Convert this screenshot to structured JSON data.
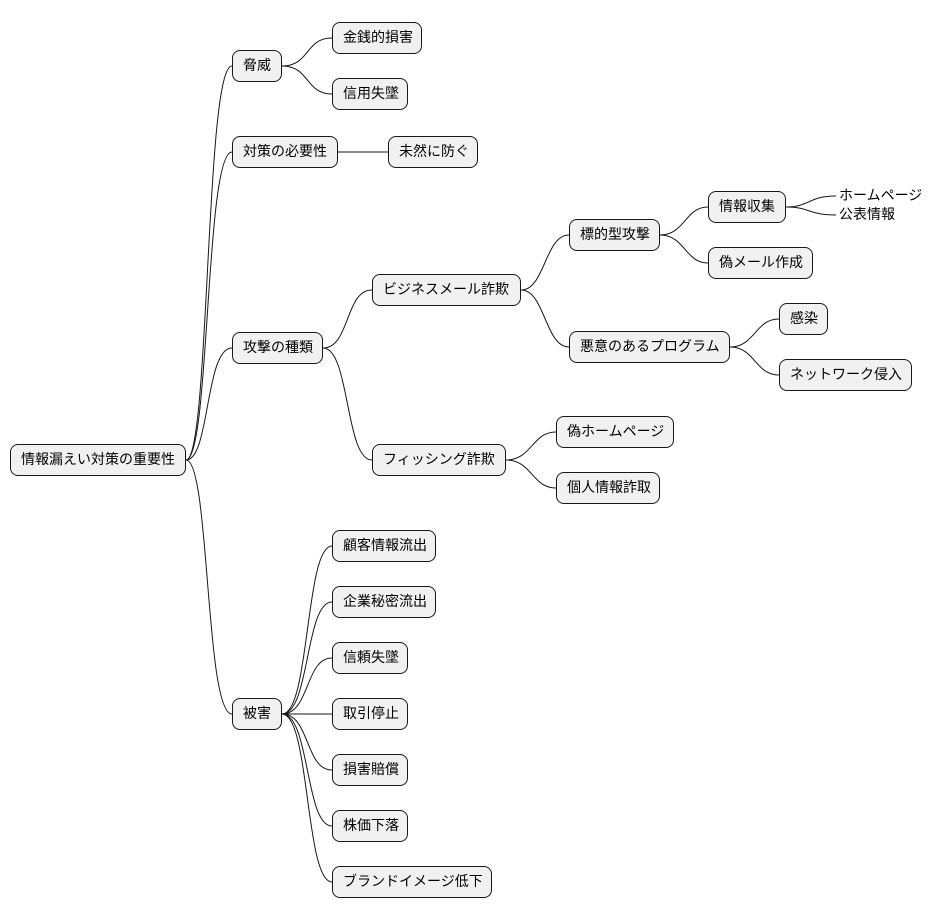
{
  "mindmap": {
    "root": "情報漏えい対策の重要性",
    "threat": {
      "label": "脅威",
      "children": [
        "金銭的損害",
        "信用失墜"
      ]
    },
    "need": {
      "label": "対策の必要性",
      "children": [
        "未然に防ぐ"
      ]
    },
    "attack": {
      "label": "攻撃の種類",
      "bec": {
        "label": "ビジネスメール詐欺",
        "targeted": {
          "label": "標的型攻撃",
          "info": {
            "label": "情報収集",
            "children": [
              "ホームページ",
              "公表情報"
            ]
          },
          "fake_mail": "偽メール作成"
        },
        "malware": {
          "label": "悪意のあるプログラム",
          "children": [
            "感染",
            "ネットワーク侵入"
          ]
        }
      },
      "phishing": {
        "label": "フィッシング詐欺",
        "children": [
          "偽ホームページ",
          "個人情報詐取"
        ]
      }
    },
    "damage": {
      "label": "被害",
      "children": [
        "顧客情報流出",
        "企業秘密流出",
        "信頼失墜",
        "取引停止",
        "損害賠償",
        "株価下落",
        "ブランドイメージ低下"
      ]
    }
  }
}
